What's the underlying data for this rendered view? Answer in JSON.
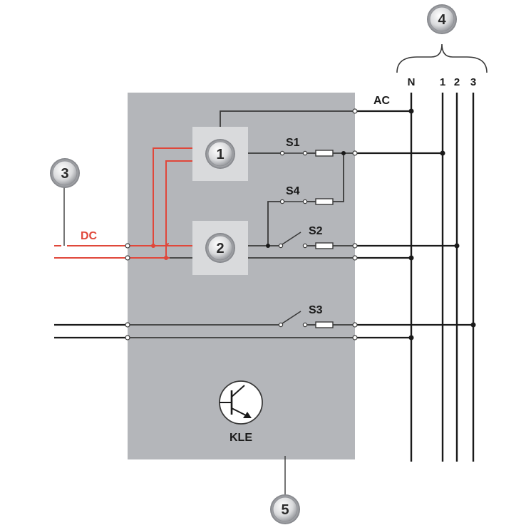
{
  "diagram": {
    "badges": {
      "b1": "1",
      "b2": "2",
      "b3": "3",
      "b4": "4",
      "b5": "5"
    },
    "labels": {
      "ac": "AC",
      "dc": "DC",
      "n": "N",
      "l1": "1",
      "l2": "2",
      "l3": "3",
      "s1": "S1",
      "s2": "S2",
      "s3": "S3",
      "s4": "S4",
      "kle": "KLE"
    },
    "colors": {
      "panel": "#b4b6ba",
      "module": "#d9dadc",
      "wire": "#1a1a1a",
      "dc_wire": "#e0473a",
      "badge_fill": "#d7d8da"
    }
  }
}
